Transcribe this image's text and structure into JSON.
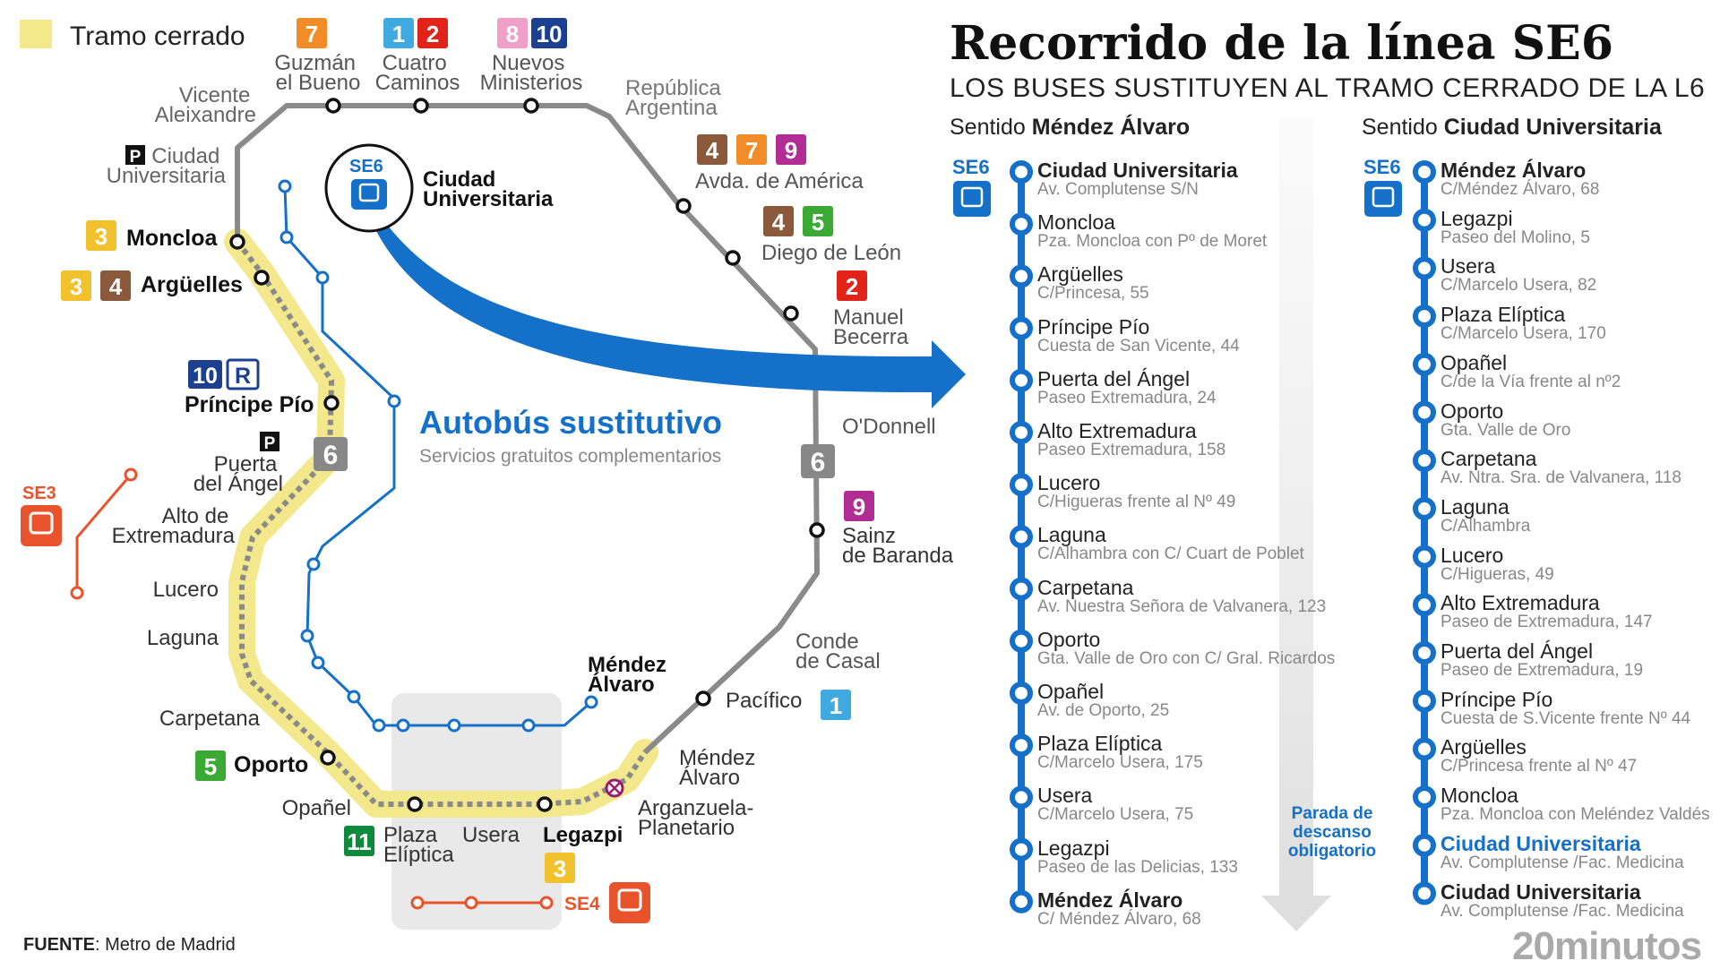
{
  "legend": {
    "closed_label": "Tramo cerrado"
  },
  "title": "Recorrido de la línea SE6",
  "subtitle": "LOS BUSES SUSTITUYEN AL TRAMO CERRADO DE LA L6",
  "bus_service": {
    "title": "Autobús sustitutivo",
    "subtitle": "Servicios gratuitos complementarios"
  },
  "colors": {
    "line6": "#888888",
    "closed": "#f3e98c",
    "bus": "#1470c8",
    "se_other": "#e8532c"
  },
  "map": {
    "se6_badge": "SE6",
    "se6_terminal": [
      "Ciudad",
      "Universitaria"
    ],
    "se3_badge": "SE3",
    "se4_badge": "SE4",
    "line6_badge": "6",
    "top_connections": [
      {
        "lines": [
          "7"
        ],
        "name": [
          "Guzmán",
          "el Bueno"
        ]
      },
      {
        "lines": [
          "1",
          "2"
        ],
        "name": [
          "Cuatro",
          "Caminos"
        ]
      },
      {
        "lines": [
          "8",
          "10"
        ],
        "name": [
          "Nuevos",
          "Ministerios"
        ]
      }
    ],
    "stations": {
      "vicente_aleixandre": [
        "Vicente",
        "Aleixandre"
      ],
      "ciudad_universitaria": [
        "Ciudad",
        "Universitaria"
      ],
      "moncloa": "Moncloa",
      "arguelles": "Argüelles",
      "principe_pio": "Príncipe Pío",
      "puerta_angel": [
        "Puerta",
        "del Ángel"
      ],
      "alto_extremadura": [
        "Alto de",
        "Extremadura"
      ],
      "lucero": "Lucero",
      "laguna": "Laguna",
      "carpetana": "Carpetana",
      "oporto": "Oporto",
      "opanel": "Opañel",
      "plaza_eliptica": [
        "Plaza",
        "Elíptica"
      ],
      "usera": "Usera",
      "legazpi": "Legazpi",
      "arganzuela": [
        "Arganzuela-",
        "Planetario"
      ],
      "mendez_alvaro_l6": [
        "Méndez",
        "Álvaro"
      ],
      "mendez_alvaro_bus": [
        "Méndez",
        "Álvaro"
      ],
      "pacifico": "Pacífico",
      "conde_casal": [
        "Conde",
        "de Casal"
      ],
      "sainz_baranda": [
        "Sainz",
        "de Baranda"
      ],
      "odonnell": "O'Donnell",
      "manuel_becerra": [
        "Manuel",
        "Becerra"
      ],
      "diego_leon": "Diego de León",
      "avda_america": "Avda. de América",
      "republica_argentina": [
        "República",
        "Argentina"
      ]
    },
    "parking_glyph": "P",
    "connections": {
      "moncloa": [
        "3"
      ],
      "arguelles": [
        "3",
        "4"
      ],
      "principe_pio": [
        "10",
        "R"
      ],
      "oporto": [
        "5"
      ],
      "plaza_eliptica": [
        "11"
      ],
      "legazpi": [
        "3"
      ],
      "pacifico": [
        "1"
      ],
      "sainz_baranda": [
        "9"
      ],
      "manuel_becerra": [
        "2"
      ],
      "diego_leon": [
        "4",
        "5"
      ],
      "avda_america": [
        "4",
        "7",
        "9"
      ]
    }
  },
  "route_left": {
    "direction_prefix": "Sentido",
    "direction": "Méndez Álvaro",
    "badge": "SE6",
    "stops": [
      {
        "name": "Ciudad Universitaria",
        "addr": "Av. Complutense S/N"
      },
      {
        "name": "Moncloa",
        "addr": "Pza. Moncloa con Pº de Moret"
      },
      {
        "name": "Argüelles",
        "addr": "C/Princesa, 55"
      },
      {
        "name": "Príncipe Pío",
        "addr": "Cuesta de San Vicente, 44"
      },
      {
        "name": "Puerta del Ángel",
        "addr": "Paseo Extremadura, 24"
      },
      {
        "name": "Alto Extremadura",
        "addr": "Paseo Extremadura, 158"
      },
      {
        "name": "Lucero",
        "addr": "C/Higueras frente al Nº 49"
      },
      {
        "name": "Laguna",
        "addr": "C/Alhambra con C/ Cuart de Poblet"
      },
      {
        "name": "Carpetana",
        "addr": "Av. Nuestra Señora de Valvanera, 123"
      },
      {
        "name": "Oporto",
        "addr": "Gta. Valle de Oro con C/ Gral. Ricardos"
      },
      {
        "name": "Opañel",
        "addr": "Av. de Oporto, 25"
      },
      {
        "name": "Plaza Elíptica",
        "addr": "C/Marcelo Usera, 175"
      },
      {
        "name": "Usera",
        "addr": "C/Marcelo Usera, 75"
      },
      {
        "name": "Legazpi",
        "addr": "Paseo de las Delicias, 133"
      },
      {
        "name": "Méndez Álvaro",
        "addr": "C/ Méndez Álvaro, 68"
      }
    ]
  },
  "route_right": {
    "direction_prefix": "Sentido",
    "direction": "Ciudad Universitaria",
    "badge": "SE6",
    "rest_note": [
      "Parada de",
      "descanso",
      "obligatorio"
    ],
    "stops": [
      {
        "name": "Méndez Álvaro",
        "addr": "C/Méndez Álvaro, 68"
      },
      {
        "name": "Legazpi",
        "addr": "Paseo del Molino, 5"
      },
      {
        "name": "Usera",
        "addr": "C/Marcelo Usera, 82"
      },
      {
        "name": "Plaza Elíptica",
        "addr": "C/Marcelo Usera, 170"
      },
      {
        "name": "Opañel",
        "addr": "C/de la Vía frente al nº2"
      },
      {
        "name": "Oporto",
        "addr": "Gta. Valle de Oro"
      },
      {
        "name": "Carpetana",
        "addr": "Av. Ntra. Sra. de Valvanera, 118"
      },
      {
        "name": "Laguna",
        "addr": "C/Alhambra"
      },
      {
        "name": "Lucero",
        "addr": "C/Higueras, 49"
      },
      {
        "name": "Alto Extremadura",
        "addr": "Paseo de Extremadura, 147"
      },
      {
        "name": "Puerta del Ángel",
        "addr": "Paseo de Extremadura, 19"
      },
      {
        "name": "Príncipe Pío",
        "addr": "Cuesta de S.Vicente frente Nº 44"
      },
      {
        "name": "Argüelles",
        "addr": "C/Princesa frente al Nº 47"
      },
      {
        "name": "Moncloa",
        "addr": "Pza. Moncloa con Meléndez Valdés"
      },
      {
        "name": "Ciudad Universitaria",
        "addr": "Av. Complutense /Fac. Medicina"
      },
      {
        "name": "Ciudad Universitaria",
        "addr": "Av. Complutense /Fac. Medicina"
      }
    ]
  },
  "source": {
    "label": "FUENTE",
    "text": ": Metro de Madrid"
  },
  "brand": "20minutos"
}
